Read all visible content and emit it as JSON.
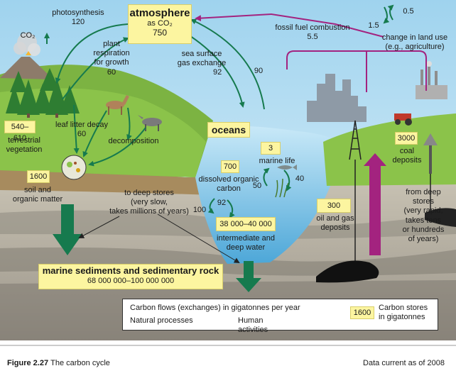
{
  "atmosphere": {
    "title": "atmosphere",
    "formula": "as CO₂",
    "value": "750"
  },
  "co2_label": "CO₂",
  "photosynthesis": {
    "label": "photosynthesis",
    "value": "120"
  },
  "plant_respiration": {
    "line1": "plant",
    "line2": "respiration",
    "line3": "for growth",
    "value": "60"
  },
  "sea_surface": {
    "line1": "sea surface",
    "line2": "gas exchange",
    "value": "92"
  },
  "ocean_flux_value": "90",
  "fossil_fuel": {
    "label": "fossil fuel combustion",
    "value": "5.5"
  },
  "land_use": {
    "v1": "0.5",
    "v2": "1.5",
    "line1": "change in land use",
    "line2": "(e.g., agriculture)"
  },
  "terrestrial": {
    "value": "540–610",
    "line1": "terrestrial",
    "line2": "vegetation"
  },
  "leaf_litter": {
    "label": "leaf litter decay",
    "value": "60"
  },
  "decomposition": "decomposition",
  "oceans": "oceans",
  "marine_life": {
    "value": "3",
    "label": "marine life"
  },
  "coal": {
    "value": "3000",
    "line1": "coal",
    "line2": "deposits"
  },
  "soil": {
    "value": "1600",
    "line1": "soil and",
    "line2": "organic matter"
  },
  "doc": {
    "value": "700",
    "line1": "dissolved organic",
    "line2": "carbon"
  },
  "flux_50": "50",
  "flux_40": "40",
  "flux_100": "100",
  "flux_92b": "92",
  "deep_stores_slow": {
    "line1": "to deep stores",
    "line2": "(very slow,",
    "line3": "takes millions of years)"
  },
  "oil_gas": {
    "value": "300",
    "line1": "oil and gas",
    "line2": "deposits"
  },
  "deep_water": {
    "value": "38 000–40 000",
    "line1": "intermediate and",
    "line2": "deep water"
  },
  "from_deep": {
    "line1": "from deep",
    "line2": "stores",
    "line3": "(very rapid,",
    "line4": "takes tens",
    "line5": "or hundreds",
    "line6": "of years)"
  },
  "marine_sediments": {
    "title": "marine sediments and sedimentary rock",
    "value": "68 000 000–100 000 000"
  },
  "legend": {
    "flows": "Carbon flows (exchanges) in gigatonnes per year",
    "natural": "Natural processes",
    "human": "Human activities",
    "store_value": "1600",
    "stores_line1": "Carbon stores",
    "stores_line2": "in gigatonnes"
  },
  "caption": {
    "figure": "Figure 2.27",
    "title": "The carbon cycle",
    "note": "Data current as of 2008"
  },
  "colors": {
    "natural_arrow": "#167a4e",
    "human_arrow": "#a3237f",
    "store_box": "#fcf5a0"
  }
}
